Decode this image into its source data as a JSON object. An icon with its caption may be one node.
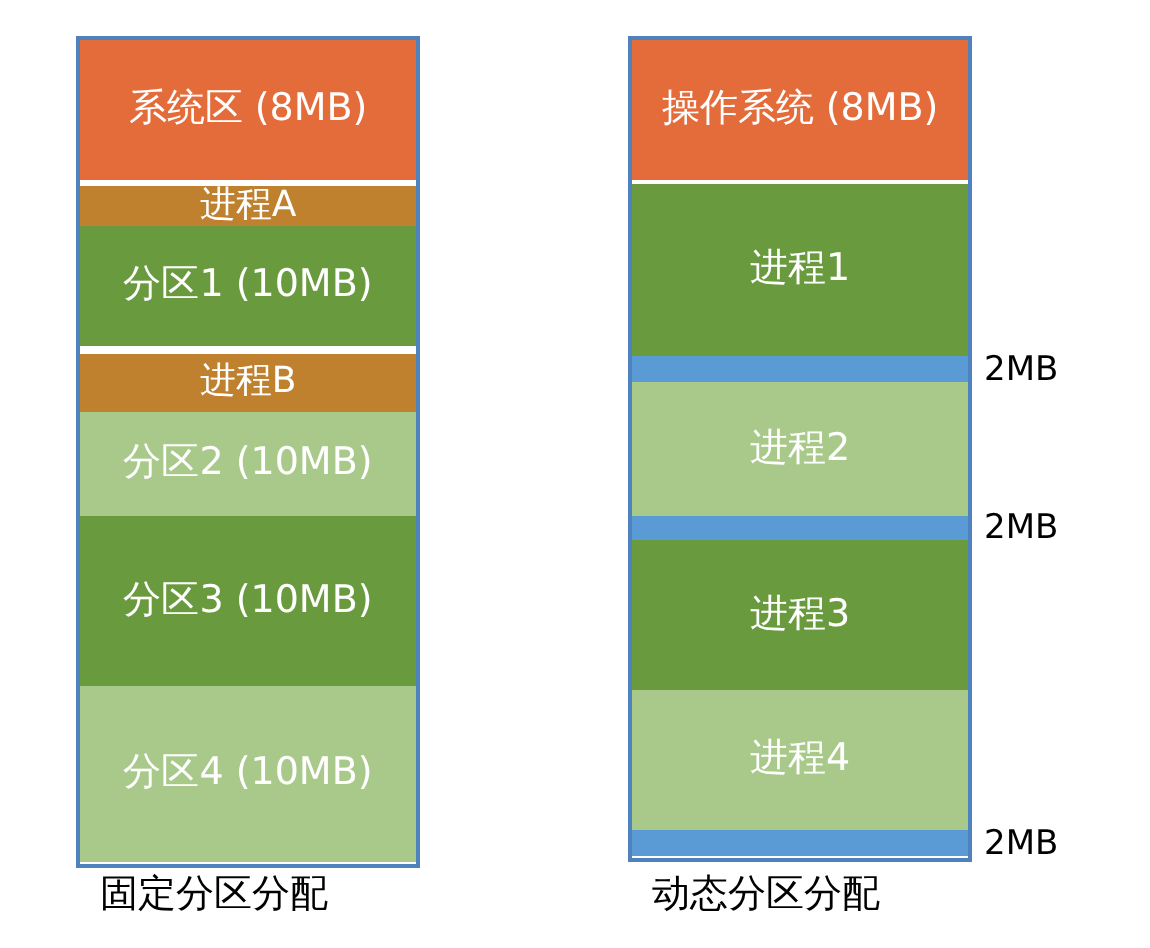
{
  "diagram": {
    "nodes": [
      {
        "text": [
          "系统区 (8MB)"
        ]
      },
      {
        "text": [
          "进程A"
        ]
      },
      {
        "text": [
          "分区1 (10MB)"
        ]
      },
      {
        "text": [
          "进程B"
        ]
      },
      {
        "text": [
          "分区2 (10MB)"
        ]
      },
      {
        "text": [
          "分区3 (10MB)"
        ]
      },
      {
        "text": [
          "分区4 (10MB)"
        ]
      },
      {
        "text": [
          "操作系统 (8MB)"
        ]
      },
      {
        "text": [
          "进程1"
        ]
      },
      {
        "text": [],
        "shape": "bar",
        "beside": [
          "2MB"
        ]
      },
      {
        "text": [
          "进程2"
        ]
      },
      {
        "text": [],
        "shape": "bar",
        "beside": [
          "2MB"
        ]
      },
      {
        "text": [
          "进程3"
        ]
      },
      {
        "text": [
          "进程4"
        ]
      },
      {
        "text": [],
        "shape": "bar",
        "beside": [
          "2MB"
        ]
      }
    ],
    "labels": [
      "固定分区分配",
      "动态分区分配"
    ]
  }
}
